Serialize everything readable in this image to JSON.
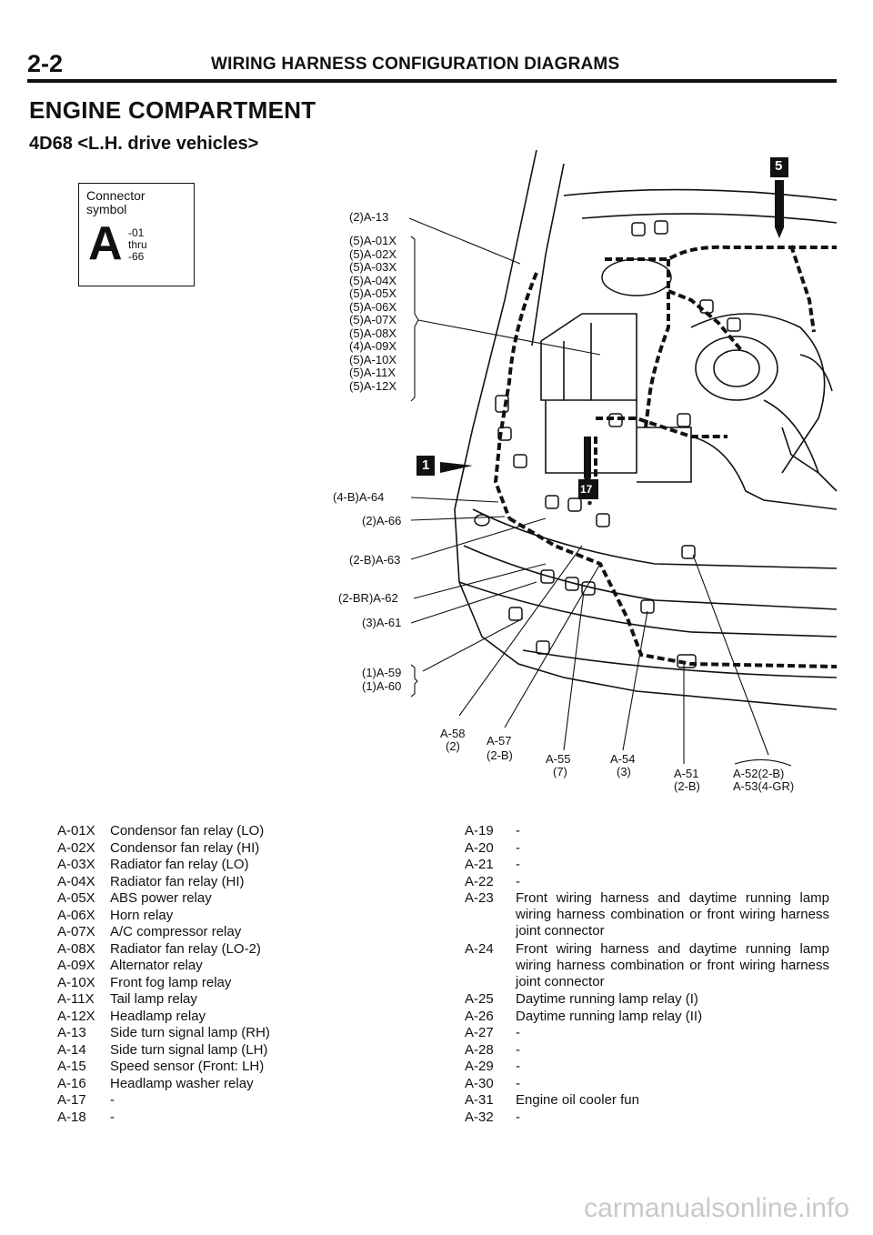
{
  "header": {
    "page_number": "2-2",
    "title": "WIRING HARNESS CONFIGURATION DIAGRAMS"
  },
  "section_title": "ENGINE COMPARTMENT",
  "subtitle": "4D68 <L.H. drive vehicles>",
  "connector_symbol": {
    "label_line1": "Connector",
    "label_line2": "symbol",
    "letter": "A",
    "range_start": "-01",
    "range_word": "thru",
    "range_end": "-66"
  },
  "diagram_labels": {
    "a13": "(2)A-13",
    "relays": [
      "(5)A-01X",
      "(5)A-02X",
      "(5)A-03X",
      "(5)A-04X",
      "(5)A-05X",
      "(5)A-06X",
      "(5)A-07X",
      "(5)A-08X",
      "(4)A-09X",
      "(5)A-10X",
      "(5)A-11X",
      "(5)A-12X"
    ],
    "a64": "(4-B)A-64",
    "a66": "(2)A-66",
    "a63": "(2-B)A-63",
    "a62": "(2-BR)A-62",
    "a61": "(3)A-61",
    "a59": "(1)A-59",
    "a60": "(1)A-60",
    "a58": "A-58",
    "a58_sub": "(2)",
    "a57": "A-57",
    "a57_sub": "(2-B)",
    "a55": "A-55",
    "a55_sub": "(7)",
    "a54": "A-54",
    "a54_sub": "(3)",
    "a51": "A-51",
    "a51_sub": "(2-B)",
    "a52": "A-52(2-B)",
    "a53": "A-53(4-GR)",
    "badge_5": "5",
    "badge_1": "1",
    "badge_17": "17"
  },
  "legend_left": [
    {
      "code": "A-01X",
      "desc": "Condensor fan relay (LO)"
    },
    {
      "code": "A-02X",
      "desc": "Condensor fan relay (HI)"
    },
    {
      "code": "A-03X",
      "desc": "Radiator fan relay (LO)"
    },
    {
      "code": "A-04X",
      "desc": "Radiator fan relay (HI)"
    },
    {
      "code": "A-05X",
      "desc": "ABS power relay"
    },
    {
      "code": "A-06X",
      "desc": "Horn relay"
    },
    {
      "code": "A-07X",
      "desc": "A/C compressor relay"
    },
    {
      "code": "A-08X",
      "desc": "Radiator fan relay (LO-2)"
    },
    {
      "code": "A-09X",
      "desc": "Alternator relay"
    },
    {
      "code": "A-10X",
      "desc": "Front fog lamp relay"
    },
    {
      "code": "A-11X",
      "desc": "Tail lamp relay"
    },
    {
      "code": "A-12X",
      "desc": "Headlamp relay"
    },
    {
      "code": "A-13",
      "desc": "Side turn signal lamp (RH)"
    },
    {
      "code": "A-14",
      "desc": "Side turn signal lamp (LH)"
    },
    {
      "code": "A-15",
      "desc": "Speed sensor (Front: LH)"
    },
    {
      "code": "A-16",
      "desc": "Headlamp washer relay"
    },
    {
      "code": "A-17",
      "desc": "-"
    },
    {
      "code": "A-18",
      "desc": "-"
    }
  ],
  "legend_right": [
    {
      "code": "A-19",
      "desc": "-"
    },
    {
      "code": "A-20",
      "desc": "-"
    },
    {
      "code": "A-21",
      "desc": "-"
    },
    {
      "code": "A-22",
      "desc": "-"
    },
    {
      "code": "A-23",
      "desc": "Front wiring harness and daytime running lamp wiring harness combination or front wiring harness joint connector"
    },
    {
      "code": "A-24",
      "desc": "Front wiring harness and daytime running lamp wiring harness combination or front wiring harness joint connector"
    },
    {
      "code": "A-25",
      "desc": "Daytime running lamp relay (I)"
    },
    {
      "code": "A-26",
      "desc": "Daytime running lamp relay (II)"
    },
    {
      "code": "A-27",
      "desc": "-"
    },
    {
      "code": "A-28",
      "desc": "-"
    },
    {
      "code": "A-29",
      "desc": "-"
    },
    {
      "code": "A-30",
      "desc": "-"
    },
    {
      "code": "A-31",
      "desc": "Engine oil cooler fun"
    },
    {
      "code": "A-32",
      "desc": "-"
    }
  ],
  "watermark": "carmanualsonline.info"
}
